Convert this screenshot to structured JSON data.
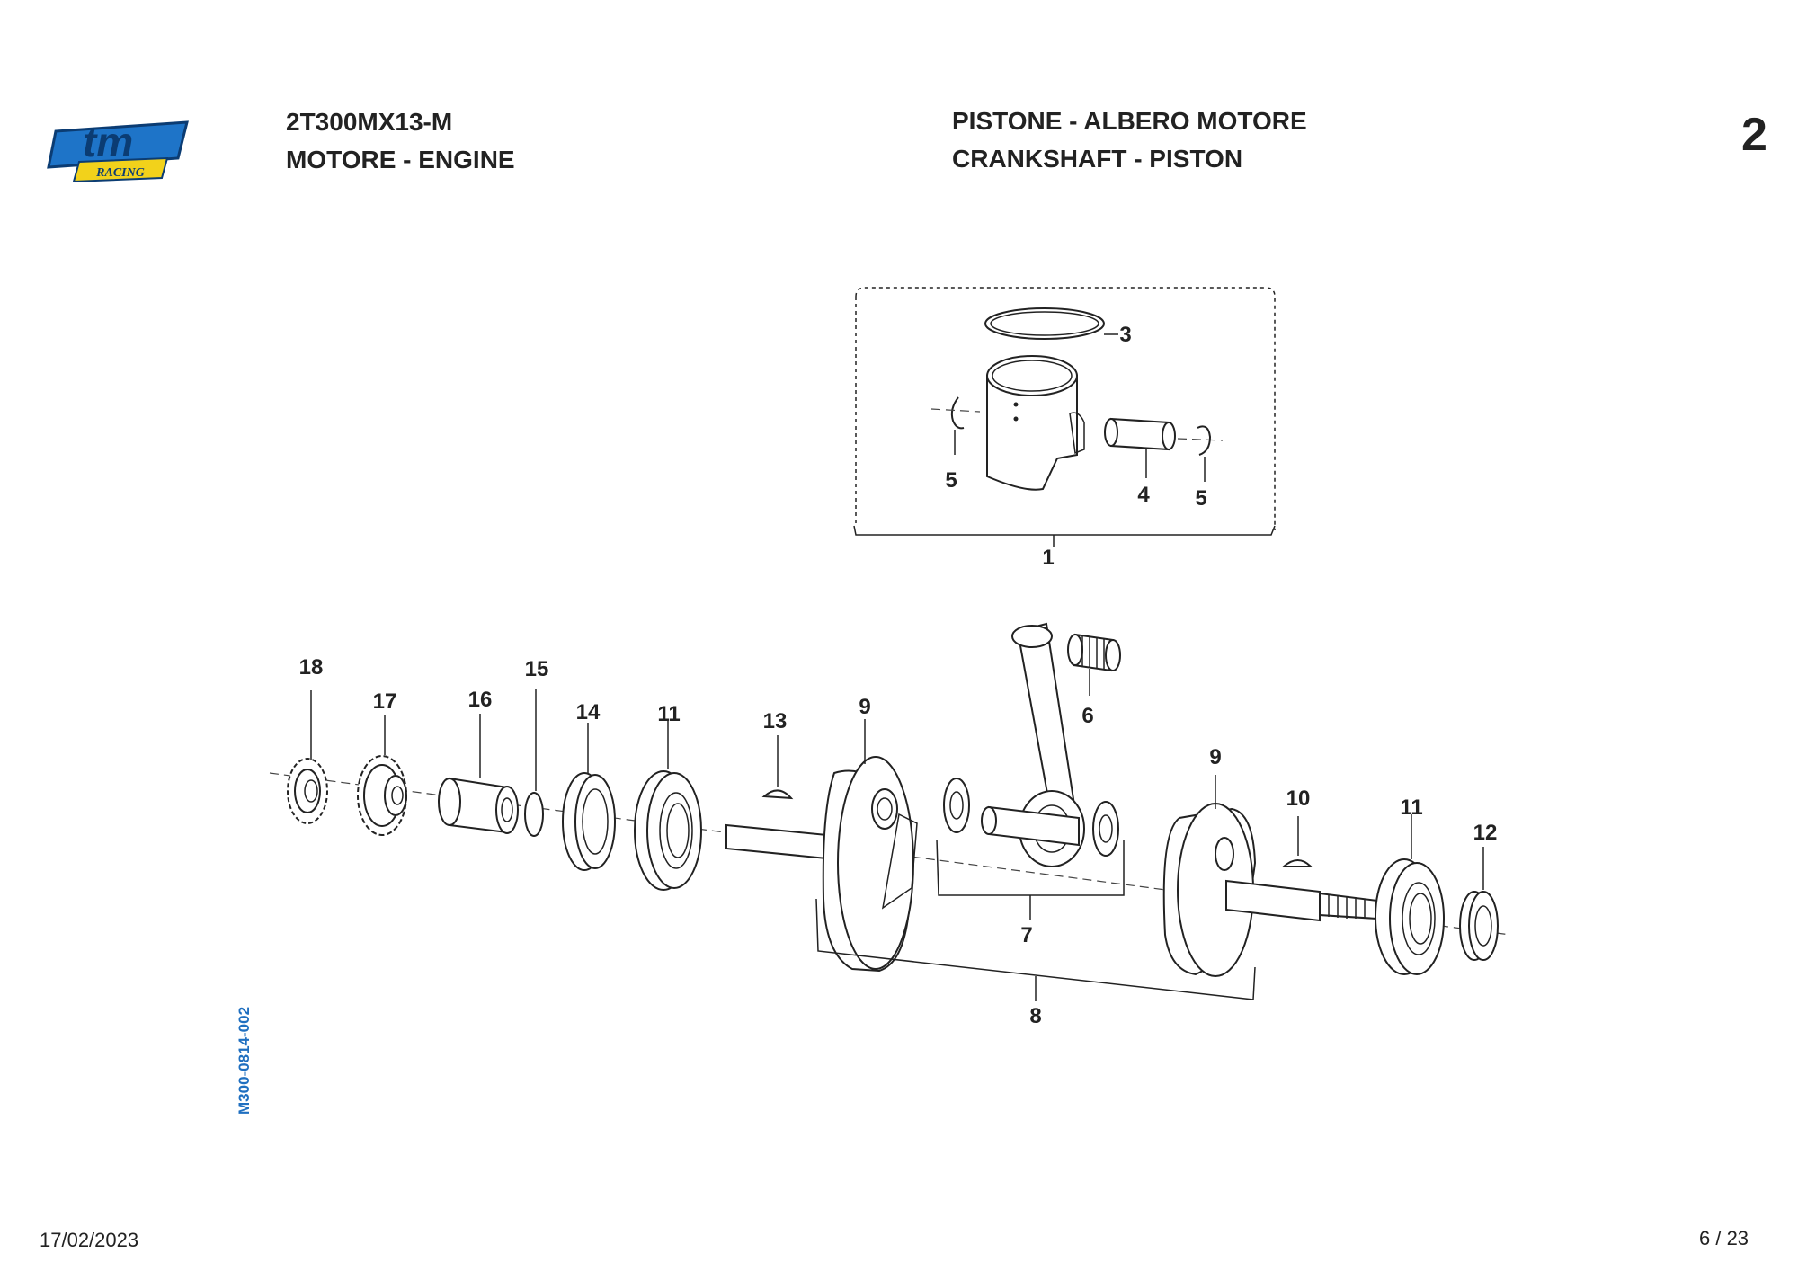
{
  "header": {
    "model_code": "2T300MX13-M",
    "group_title": "MOTORE - ENGINE",
    "section_title_it": "PISTONE - ALBERO MOTORE",
    "section_title_en": "CRANKSHAFT - PISTON",
    "page_number": "2",
    "logo_text": "tm",
    "logo_subtext": "RACING"
  },
  "drawing_code": "M300-0814-002",
  "callouts": [
    "1",
    "3",
    "4",
    "5",
    "5",
    "6",
    "7",
    "8",
    "9",
    "9",
    "10",
    "11",
    "11",
    "12",
    "13",
    "14",
    "15",
    "16",
    "17",
    "18"
  ],
  "footer": {
    "date": "17/02/2023",
    "pages": "6 / 23"
  },
  "colors": {
    "logo_blue": "#1e74c8",
    "logo_yellow": "#f2d21b",
    "drawing_code": "#1f6fc0"
  }
}
